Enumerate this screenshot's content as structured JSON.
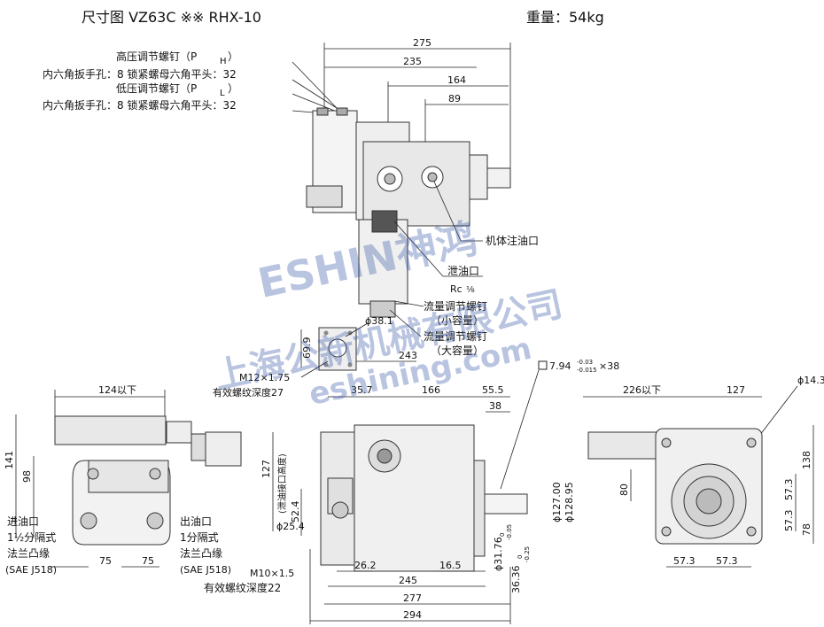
{
  "header": {
    "title": "尺寸图  VZ63C ※※ RHX-10",
    "weight": "重量：54kg"
  },
  "top_view": {
    "callouts": [
      "高压调节螺钉（P",
      "H",
      "）",
      "内六角扳手孔：8 锁紧螺母六角平头：32",
      "低压调节螺钉（P",
      "L",
      "）",
      "内六角扳手孔：8 锁紧螺母六角平头：32"
    ],
    "right_callouts": [
      "机体注油口",
      "泄油口",
      "Rc",
      "⅛",
      "流量调节螺钉",
      "（小容量）",
      "流量调节螺钉",
      "（大容量）"
    ],
    "dims": [
      "275",
      "235",
      "164",
      "89"
    ]
  },
  "middle": {
    "dims": [
      "69.9",
      "ϕ38.1",
      "243",
      "M12×1.75",
      "有效螺纹深度27",
      "35.7",
      "166",
      "55.5",
      "38"
    ],
    "key": "7.94",
    "key_tol_upper": "-0.03",
    "key_tol_lower": "-0.015",
    "key_len": "×38"
  },
  "left_view": {
    "dims": [
      "124以下",
      "141",
      "98",
      "75",
      "75"
    ],
    "inlet": [
      "进油口",
      "1½分隔式",
      "法兰凸缘",
      "(SAE J518)"
    ],
    "outlet": [
      "出油口",
      "1分隔式",
      "法兰凸缘",
      "(SAE J518)"
    ]
  },
  "front_view": {
    "dims": [
      "127",
      "(泄油接口高度)",
      "52.4",
      "26.2",
      "ϕ25.4",
      "M10×1.5",
      "有效螺纹深度22",
      "16.5",
      "245",
      "277",
      "294"
    ],
    "shaft_dims": [
      "ϕ31.76",
      "0",
      "-0.05",
      "36.36",
      "0",
      "-0.25",
      "ϕ127.00",
      "ϕ128.95"
    ]
  },
  "right_view": {
    "dims": [
      "226以下",
      "127",
      "ϕ14.3",
      "138",
      "80",
      "57.3",
      "57.3",
      "78",
      "57.3",
      "57.3"
    ]
  },
  "watermark": {
    "line1": "ESHIN神鸿",
    "line2": "上海公新机械有限公司",
    "line3": "eshining.com"
  },
  "colors": {
    "watermark": "#3a5aa8",
    "line": "#222222",
    "drawing_gray": "#555555"
  }
}
